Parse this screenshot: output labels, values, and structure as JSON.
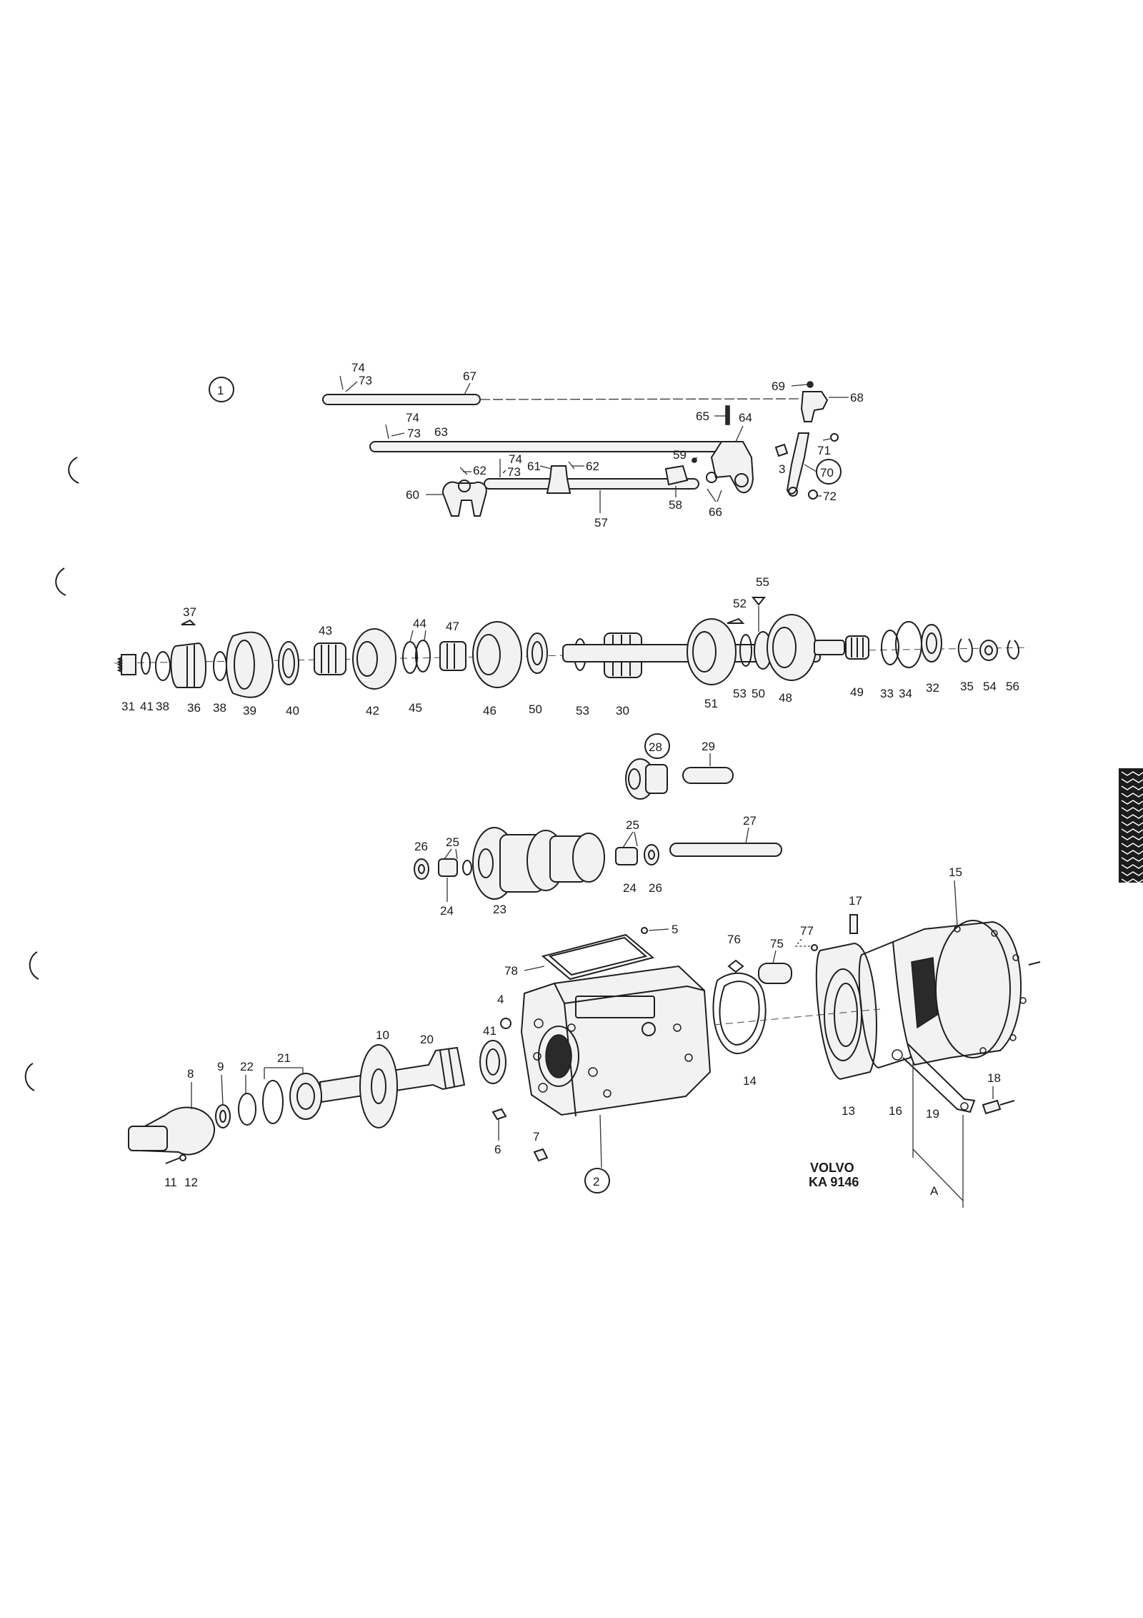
{
  "diagram": {
    "group_labels": [
      "1",
      "2",
      "28",
      "70"
    ],
    "part_labels": {
      "p3": "3",
      "p4": "4",
      "p5": "5",
      "p6": "6",
      "p7": "7",
      "p8": "8",
      "p9": "9",
      "p10": "10",
      "p11": "11",
      "p12": "12",
      "p13": "13",
      "p14": "14",
      "p15": "15",
      "p16": "16",
      "p17": "17",
      "p18": "18",
      "p19": "19",
      "p20": "20",
      "p21": "21",
      "p22": "22",
      "p23": "23",
      "p24a": "24",
      "p24b": "24",
      "p25a": "25",
      "p25b": "25",
      "p26a": "26",
      "p26b": "26",
      "p27": "27",
      "p29": "29",
      "p30": "30",
      "p31": "31",
      "p32": "32",
      "p33": "33",
      "p34": "34",
      "p35": "35",
      "p36": "36",
      "p37": "37",
      "p38a": "38",
      "p38b": "38",
      "p39": "39",
      "p40": "40",
      "p41a": "41",
      "p41b": "41",
      "p42": "42",
      "p43": "43",
      "p44": "44",
      "p45": "45",
      "p46": "46",
      "p47": "47",
      "p48": "48",
      "p49": "49",
      "p50a": "50",
      "p50b": "50",
      "p51": "51",
      "p52": "52",
      "p53a": "53",
      "p53b": "53",
      "p54": "54",
      "p55": "55",
      "p56": "56",
      "p57": "57",
      "p58": "58",
      "p59": "59",
      "p60": "60",
      "p61": "61",
      "p62a": "62",
      "p62b": "62",
      "p63": "63",
      "p64": "64",
      "p65": "65",
      "p66": "66",
      "p67": "67",
      "p68": "68",
      "p69": "69",
      "p71": "71",
      "p72": "72",
      "p73a": "73",
      "p73b": "73",
      "p73c": "73",
      "p74a": "74",
      "p74b": "74",
      "p74c": "74",
      "p75": "75",
      "p76": "76",
      "p77": "77",
      "p78": "78",
      "dimA": "A"
    },
    "brand": "VOLVO",
    "ref_code": "KA 9146"
  }
}
